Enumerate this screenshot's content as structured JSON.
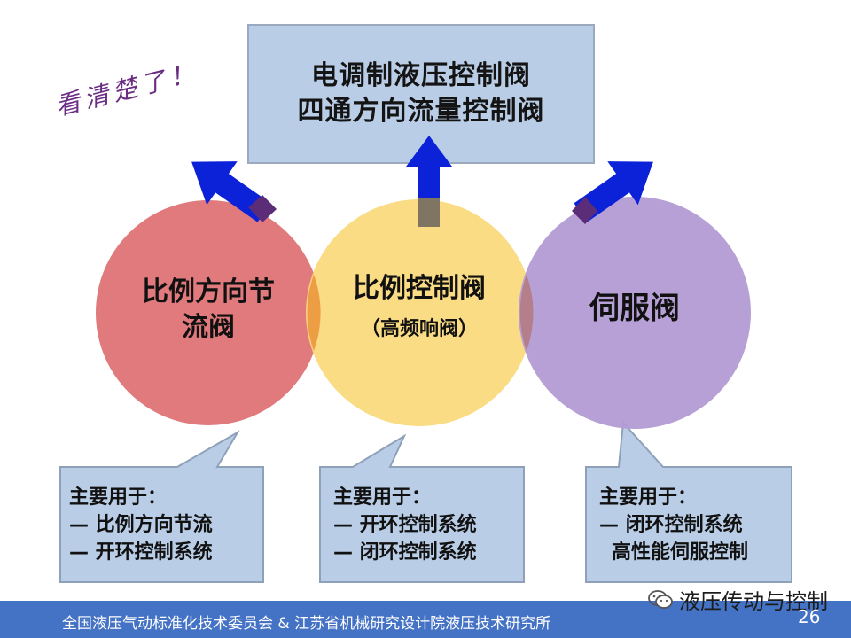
{
  "top_box": {
    "line1": "电调制液压控制阀",
    "line2": "四通方向流量控制阀"
  },
  "slogan": "看清楚了！",
  "circles": [
    {
      "line1": "比例方向节",
      "line2": "流阀",
      "color": "#e07a7c"
    },
    {
      "line1": "比例控制阀",
      "line2": "（高频响阀）",
      "color": "#fad97b"
    },
    {
      "line1": "伺服阀",
      "line2": "",
      "color": "#b39bd3"
    }
  ],
  "callouts": [
    {
      "heading": "主要用于：",
      "item1": "— 比例方向节流",
      "item2": "— 开环控制系统"
    },
    {
      "heading": "主要用于：",
      "item1": "— 开环控制系统",
      "item2": "— 闭环控制系统"
    },
    {
      "heading": "主要用于：",
      "item1": "— 闭环控制系统",
      "item2": "高性能伺服控制"
    }
  ],
  "footer": {
    "text": "全国液压气动标准化技术委员会 & 江苏省机械研究设计院液压技术研究所",
    "page": "26"
  },
  "watermark": {
    "text": "液压传动与控制",
    "icon": "wechat-icon"
  },
  "colors": {
    "arrow": "#0b22d8",
    "box": "#b9cde6",
    "footer": "#4472c4",
    "slogan": "#6a2d83"
  }
}
